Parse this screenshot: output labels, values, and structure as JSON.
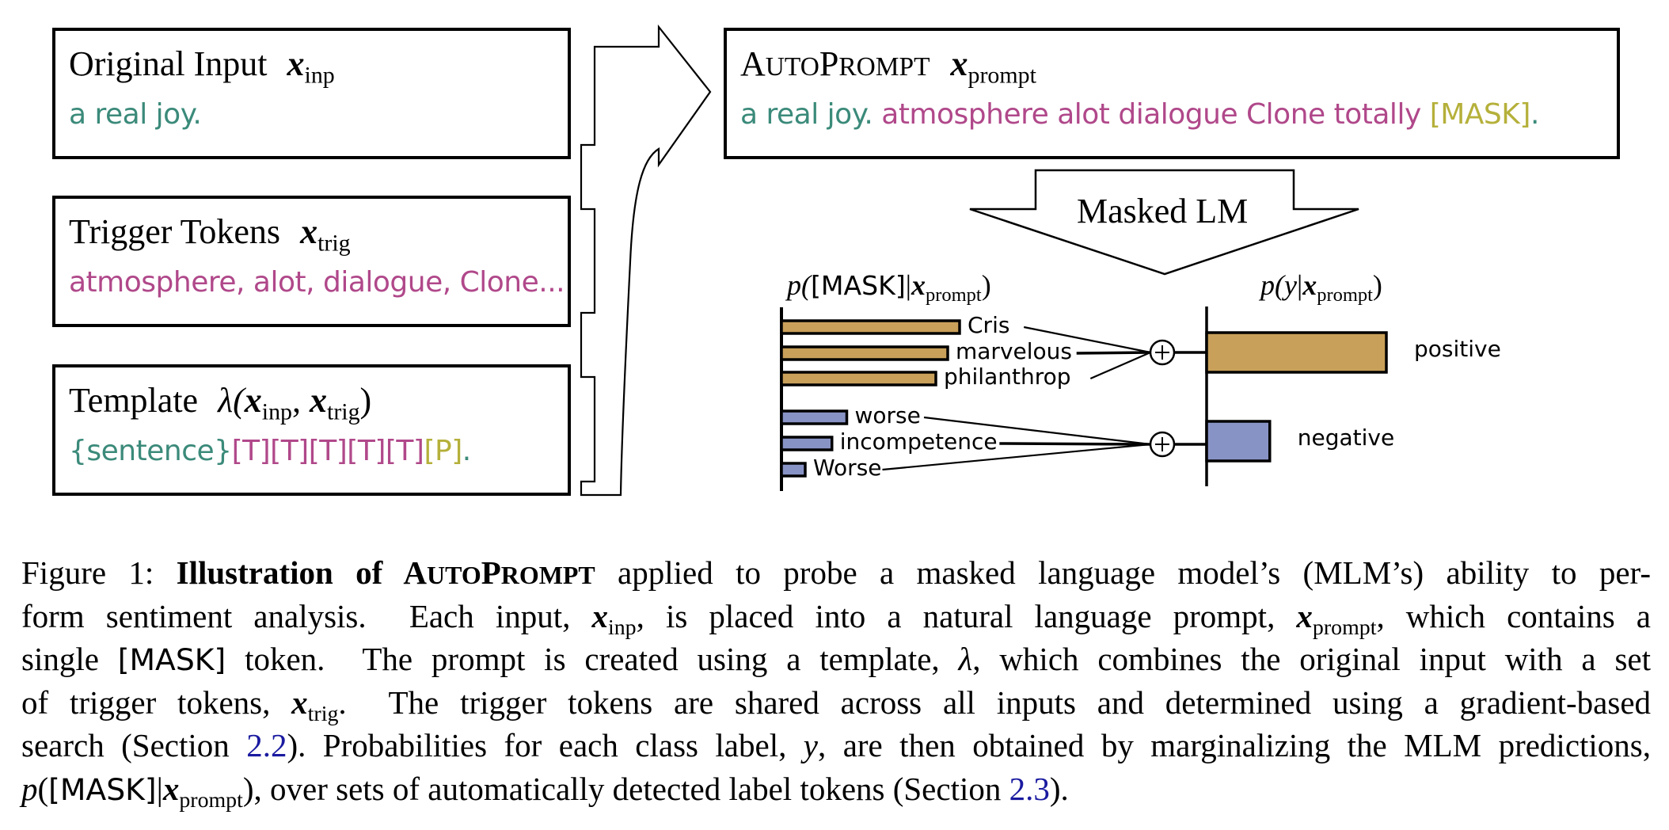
{
  "boxes": {
    "original_input": {
      "title": "Original Input",
      "math": "x",
      "math_sub": "inp",
      "body": "a real joy."
    },
    "trigger_tokens": {
      "title": "Trigger Tokens",
      "math": "x",
      "math_sub": "trig",
      "body": "atmosphere, alot, dialogue, Clone..."
    },
    "template": {
      "title": "Template",
      "lambda": "λ(",
      "math1": "x",
      "math1_sub": "inp",
      "comma": ", ",
      "math2": "x",
      "math2_sub": "trig",
      "close": ")",
      "body_sentence": "{sentence}",
      "body_triggers": "[T][T][T][T][T]",
      "body_predict": "[P]",
      "body_end": "."
    },
    "autoprompt": {
      "title_A": "A",
      "title_uto": "UTO",
      "title_P": "P",
      "title_rompt": "ROMPT",
      "math": "x",
      "math_sub": "prompt",
      "body_input": "a real joy.",
      "body_triggers": " atmosphere alot dialogue Clone totally ",
      "body_mask": "[MASK]",
      "body_end": "."
    }
  },
  "arrow_label": "Masked LM",
  "colors": {
    "input": "#3b8a7a",
    "trigger": "#b0488a",
    "predict": "#b5b03a",
    "positive_bar": "#c9a05a",
    "negative_bar": "#8893c5",
    "reference_link": "#1a1aa0"
  },
  "chart_data": [
    {
      "type": "bar",
      "orientation": "horizontal",
      "title_p": "p(",
      "title_mask": "[MASK]",
      "title_bar": "|",
      "title_x": "x",
      "title_sub": "prompt",
      "title_close": ")",
      "categories": [
        "Cris",
        "marvelous",
        "philanthrop",
        "worse",
        "incompetence",
        "Worse"
      ],
      "values": [
        0.3,
        0.28,
        0.26,
        0.11,
        0.085,
        0.04
      ],
      "groups": [
        "positive",
        "positive",
        "positive",
        "negative",
        "negative",
        "negative"
      ],
      "axis_range": [
        0,
        0.35
      ],
      "grid": false,
      "note": "relative probabilities; no tick labels shown"
    },
    {
      "type": "bar",
      "orientation": "horizontal",
      "title_p": "p(",
      "title_y": "y",
      "title_bar": "|",
      "title_x": "x",
      "title_sub": "prompt",
      "title_close": ")",
      "categories": [
        "positive",
        "negative"
      ],
      "values": [
        0.74,
        0.26
      ],
      "axis_range": [
        0,
        0.85
      ],
      "grid": false,
      "note": "marginalized class probabilities (summed label-token probabilities); no tick labels shown"
    }
  ],
  "caption": {
    "lines": [
      [
        {
          "t": "Figure 1: ",
          "s": "normal"
        },
        {
          "t": "Illustration of A",
          "s": "bold"
        },
        {
          "t": "UTO",
          "s": "bold-sc"
        },
        {
          "t": "P",
          "s": "bold"
        },
        {
          "t": "ROMPT",
          "s": "bold-sc"
        },
        {
          "t": " applied to probe a masked language model’s (MLM’s) ability to per-",
          "s": "normal"
        }
      ],
      [
        {
          "t": "form sentiment analysis.  Each input, ",
          "s": "normal"
        },
        {
          "t": "x",
          "s": "math"
        },
        {
          "t": "inp",
          "s": "sub"
        },
        {
          "t": ", is placed into a natural language prompt, ",
          "s": "normal"
        },
        {
          "t": "x",
          "s": "math"
        },
        {
          "t": "prompt",
          "s": "sub"
        },
        {
          "t": ", which contains a",
          "s": "normal"
        }
      ],
      [
        {
          "t": "single ",
          "s": "normal"
        },
        {
          "t": "[MASK]",
          "s": "sans"
        },
        {
          "t": " token.  The prompt is created using a template, ",
          "s": "normal"
        },
        {
          "t": "λ",
          "s": "italic"
        },
        {
          "t": ", which combines the original input with a set",
          "s": "normal"
        }
      ],
      [
        {
          "t": "of trigger tokens, ",
          "s": "normal"
        },
        {
          "t": "x",
          "s": "math"
        },
        {
          "t": "trig",
          "s": "sub"
        },
        {
          "t": ".  The trigger tokens are shared across all inputs and determined using a gradient-based",
          "s": "normal"
        }
      ],
      [
        {
          "t": "search (Section ",
          "s": "normal"
        },
        {
          "t": "2.2",
          "s": "ref"
        },
        {
          "t": "). Probabilities for each class label, ",
          "s": "normal"
        },
        {
          "t": "y",
          "s": "italic"
        },
        {
          "t": ", are then obtained by marginalizing the MLM predictions,",
          "s": "normal"
        }
      ],
      [
        {
          "t": "p",
          "s": "italic"
        },
        {
          "t": "(",
          "s": "normal"
        },
        {
          "t": "[MASK]",
          "s": "sans"
        },
        {
          "t": "|",
          "s": "normal"
        },
        {
          "t": "x",
          "s": "math"
        },
        {
          "t": "prompt",
          "s": "sub"
        },
        {
          "t": "), over sets of automatically detected label tokens (Section ",
          "s": "normal"
        },
        {
          "t": "2.3",
          "s": "ref"
        },
        {
          "t": ").",
          "s": "normal"
        }
      ]
    ]
  }
}
